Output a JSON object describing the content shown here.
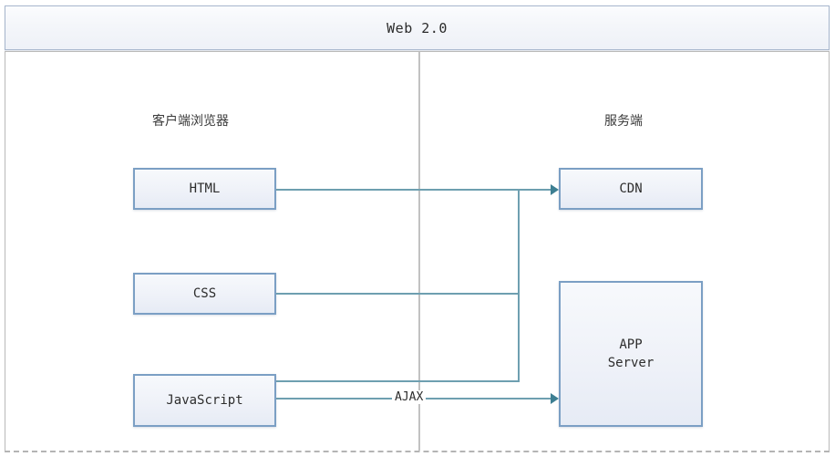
{
  "diagram": {
    "title": "Web 2.0",
    "sections": {
      "client": "客户端浏览器",
      "server": "服务端"
    },
    "nodes": {
      "html": "HTML",
      "css": "CSS",
      "javascript": "JavaScript",
      "cdn": "CDN",
      "app_server": "APP\nServer"
    },
    "edges": {
      "ajax_label": "AJAX"
    },
    "colors": {
      "node_border": "#7b9fc4",
      "node_fill": "#eef1f8",
      "connector": "#6e9fb0",
      "arrowhead": "#3d7f92",
      "header_border": "#a7b6cd",
      "divider": "#c2c2c2"
    }
  }
}
